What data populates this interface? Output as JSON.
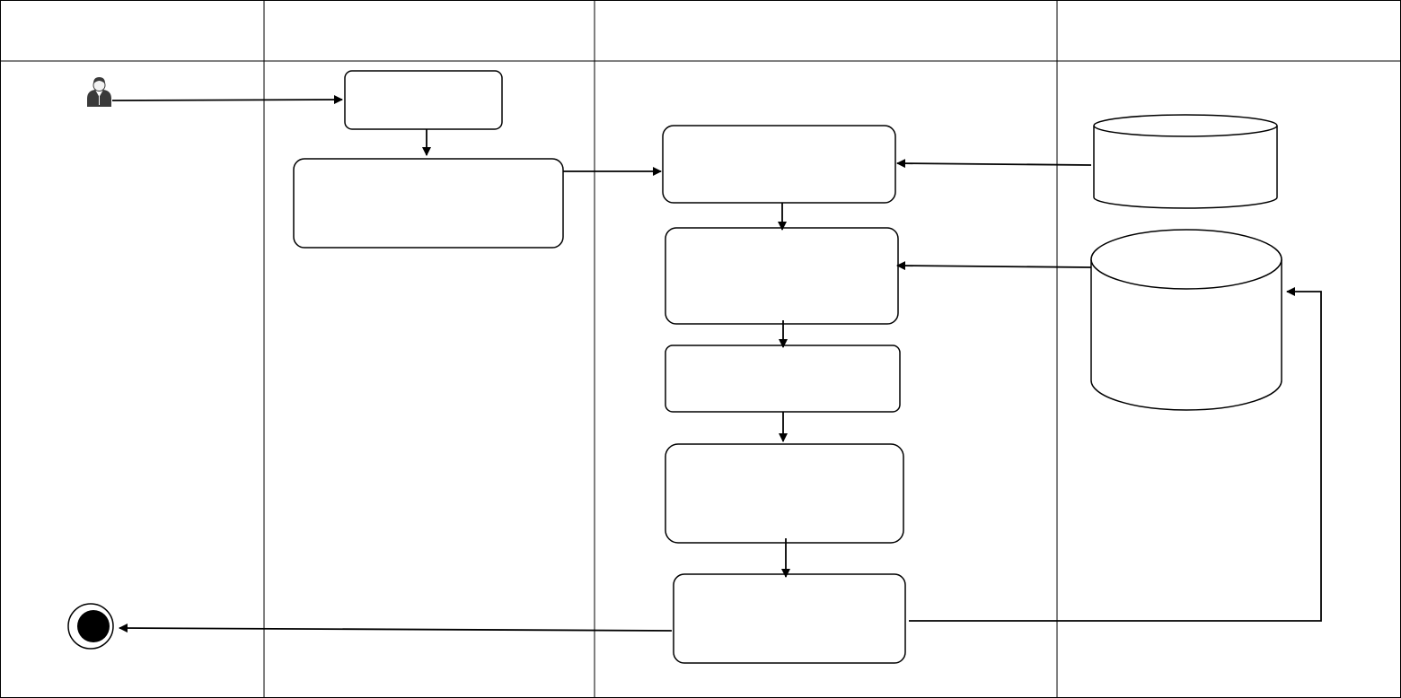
{
  "diagram": {
    "lanes": [
      {
        "id": "lane-1",
        "title": ""
      },
      {
        "id": "lane-2",
        "title": ""
      },
      {
        "id": "lane-3",
        "title": ""
      },
      {
        "id": "lane-4",
        "title": ""
      }
    ],
    "actor": {
      "icon": "user-icon",
      "label": ""
    },
    "nodes": [
      {
        "id": "node-1",
        "label": ""
      },
      {
        "id": "node-2",
        "label": ""
      },
      {
        "id": "node-3",
        "label": ""
      },
      {
        "id": "node-4",
        "label": ""
      },
      {
        "id": "node-5",
        "label": ""
      },
      {
        "id": "node-6",
        "label": ""
      },
      {
        "id": "node-7",
        "label": ""
      }
    ],
    "datastores": [
      {
        "id": "database-1",
        "label": ""
      },
      {
        "id": "database-2",
        "label": ""
      }
    ],
    "end": {
      "icon": "end-state-icon"
    },
    "colors": {
      "stroke": "#000000",
      "background": "#ffffff"
    }
  }
}
